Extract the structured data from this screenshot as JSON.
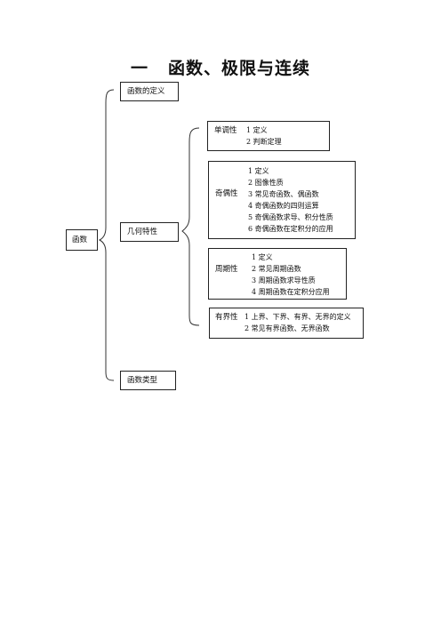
{
  "title": {
    "number": "一",
    "text": "函数、极限与连续"
  },
  "root": "函数",
  "level1": {
    "definition": "函数的定义",
    "geometric": "几何特性",
    "types": "函数类型"
  },
  "monotonic": {
    "label": "单调性",
    "items": [
      "1 定义",
      "2 判断定理"
    ]
  },
  "parity": {
    "label": "奇偶性",
    "items": [
      "1 定义",
      "2 图像性质",
      "3 常见奇函数、偶函数",
      "4 奇偶函数的四则运算",
      "5 奇偶函数求导、积分性质",
      "6 奇偶函数在定积分的应用"
    ]
  },
  "periodic": {
    "label": "周期性",
    "items": [
      "1 定义",
      "2 常见周期函数",
      "3  周期函数求导性质",
      "4 周期函数在定积分应用"
    ]
  },
  "bounded": {
    "label": "有界性",
    "items": [
      "1 上界、下界、有界、无界的定义",
      "2  常见有界函数、无界函数"
    ]
  }
}
